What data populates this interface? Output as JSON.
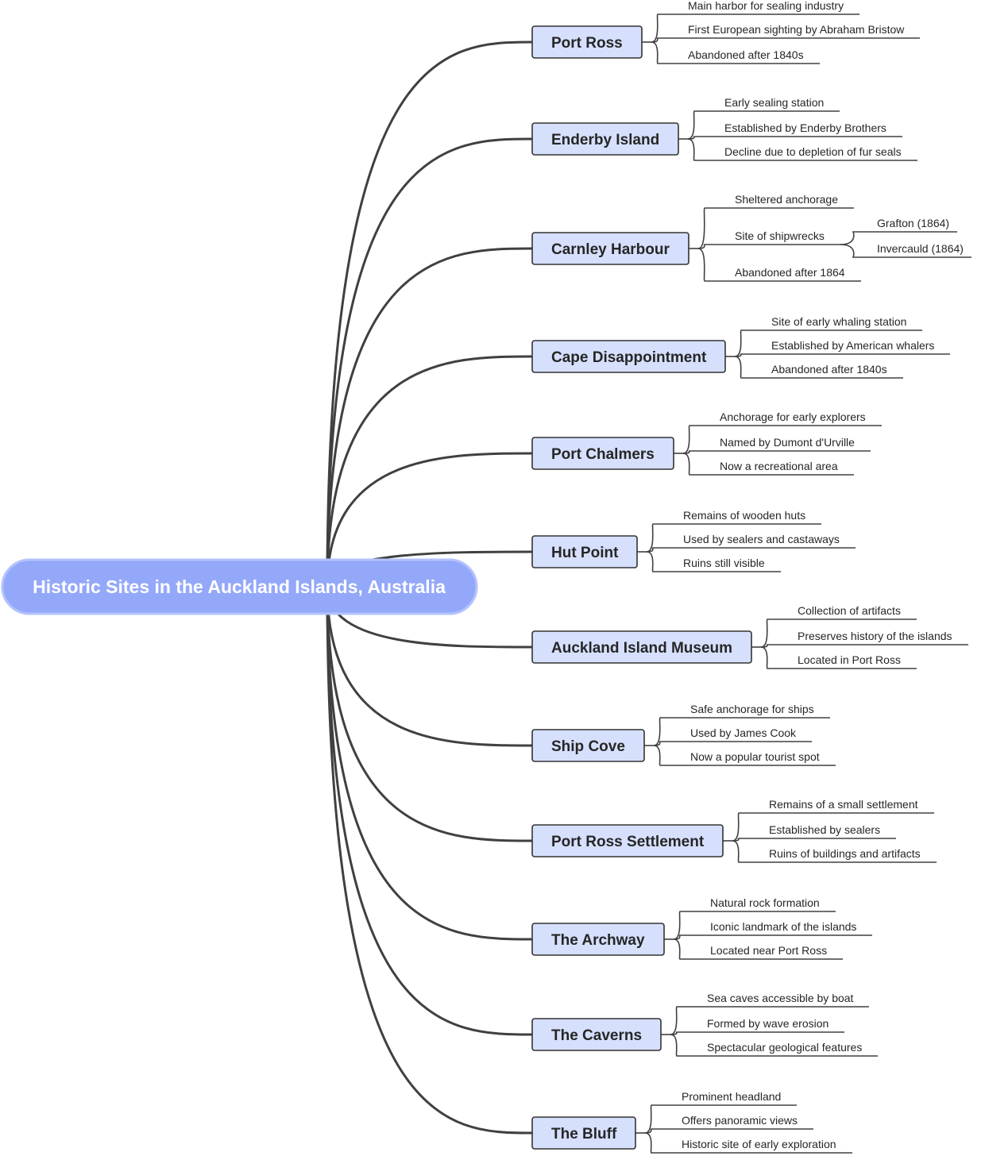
{
  "colors": {
    "root_fill": "#94a8fa",
    "root_stroke": "#b3c2fc",
    "branch_fill": "#d6e0fd",
    "branch_stroke": "#333333",
    "line": "#404040"
  },
  "root": {
    "label": "Historic Sites in the Auckland Islands, Australia"
  },
  "branches": [
    {
      "label": "Port Ross",
      "children": [
        {
          "label": "Main harbor for sealing industry"
        },
        {
          "label": "First European sighting by Abraham Bristow"
        },
        {
          "label": "Abandoned after 1840s"
        }
      ]
    },
    {
      "label": "Enderby Island",
      "children": [
        {
          "label": "Early sealing station"
        },
        {
          "label": "Established by Enderby Brothers"
        },
        {
          "label": "Decline due to depletion of fur seals"
        }
      ]
    },
    {
      "label": "Carnley Harbour",
      "children": [
        {
          "label": "Sheltered anchorage"
        },
        {
          "label": "Site of shipwrecks",
          "children": [
            {
              "label": "Grafton (1864)"
            },
            {
              "label": "Invercauld (1864)"
            }
          ]
        },
        {
          "label": "Abandoned after 1864"
        }
      ]
    },
    {
      "label": "Cape Disappointment",
      "children": [
        {
          "label": "Site of early whaling station"
        },
        {
          "label": "Established by American whalers"
        },
        {
          "label": "Abandoned after 1840s"
        }
      ]
    },
    {
      "label": "Port Chalmers",
      "children": [
        {
          "label": "Anchorage for early explorers"
        },
        {
          "label": "Named by Dumont d'Urville"
        },
        {
          "label": "Now a recreational area"
        }
      ]
    },
    {
      "label": "Hut Point",
      "children": [
        {
          "label": "Remains of wooden huts"
        },
        {
          "label": "Used by sealers and castaways"
        },
        {
          "label": "Ruins still visible"
        }
      ]
    },
    {
      "label": "Auckland Island Museum",
      "children": [
        {
          "label": "Collection of artifacts"
        },
        {
          "label": "Preserves history of the islands"
        },
        {
          "label": "Located in Port Ross"
        }
      ]
    },
    {
      "label": "Ship Cove",
      "children": [
        {
          "label": "Safe anchorage for ships"
        },
        {
          "label": "Used by James Cook"
        },
        {
          "label": "Now a popular tourist spot"
        }
      ]
    },
    {
      "label": "Port Ross Settlement",
      "children": [
        {
          "label": "Remains of a small settlement"
        },
        {
          "label": "Established by sealers"
        },
        {
          "label": "Ruins of buildings and artifacts"
        }
      ]
    },
    {
      "label": "The Archway",
      "children": [
        {
          "label": "Natural rock formation"
        },
        {
          "label": "Iconic landmark of the islands"
        },
        {
          "label": "Located near Port Ross"
        }
      ]
    },
    {
      "label": "The Caverns",
      "children": [
        {
          "label": "Sea caves accessible by boat"
        },
        {
          "label": "Formed by wave erosion"
        },
        {
          "label": "Spectacular geological features"
        }
      ]
    },
    {
      "label": "The Bluff",
      "children": [
        {
          "label": "Prominent headland"
        },
        {
          "label": "Offers panoramic views"
        },
        {
          "label": "Historic site of early exploration"
        }
      ]
    }
  ]
}
